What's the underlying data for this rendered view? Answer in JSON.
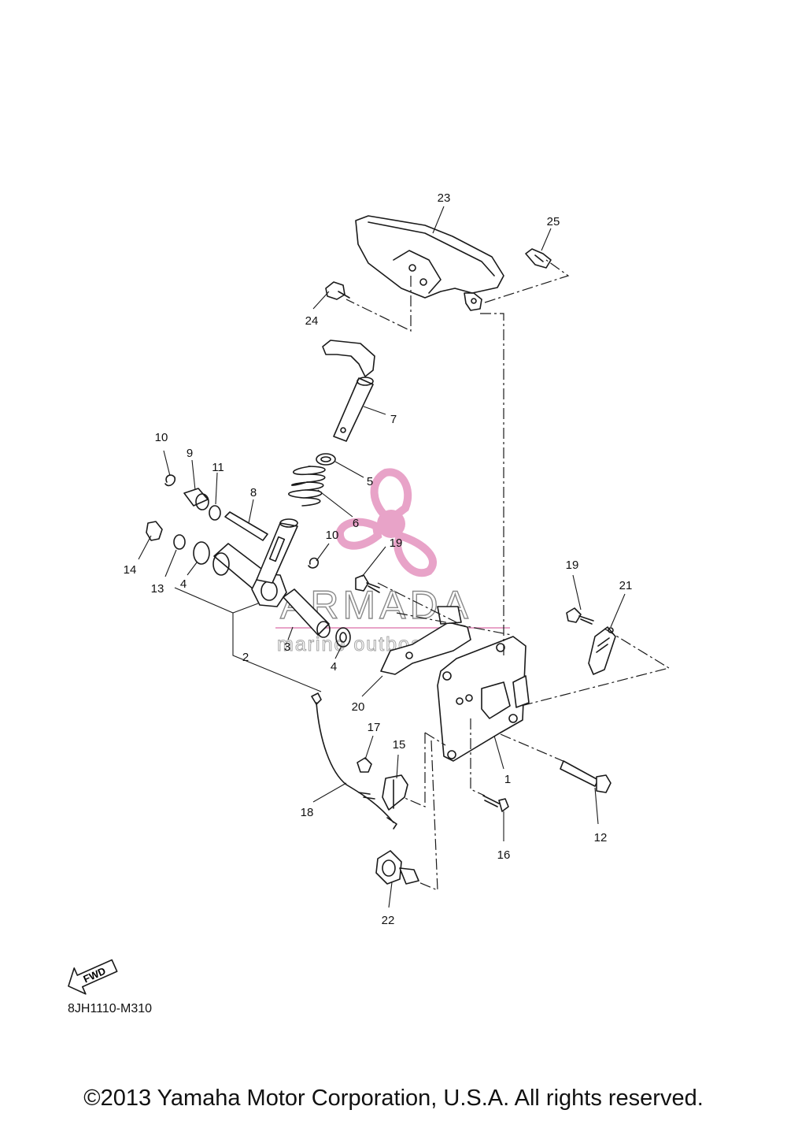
{
  "diagram_code": "8JH1110-M310",
  "copyright": "©2013 Yamaha Motor Corporation, U.S.A. All rights reserved.",
  "watermark": {
    "brand": "ARMADA",
    "tagline": "marine outboards",
    "logo_color": "#e8a3c8"
  },
  "fwd_label": "FWD",
  "callouts": [
    "1",
    "2",
    "3",
    "4",
    "4",
    "5",
    "6",
    "7",
    "8",
    "9",
    "10",
    "10",
    "11",
    "12",
    "13",
    "14",
    "15",
    "16",
    "17",
    "18",
    "19",
    "19",
    "20",
    "21",
    "22",
    "23",
    "24",
    "25"
  ]
}
